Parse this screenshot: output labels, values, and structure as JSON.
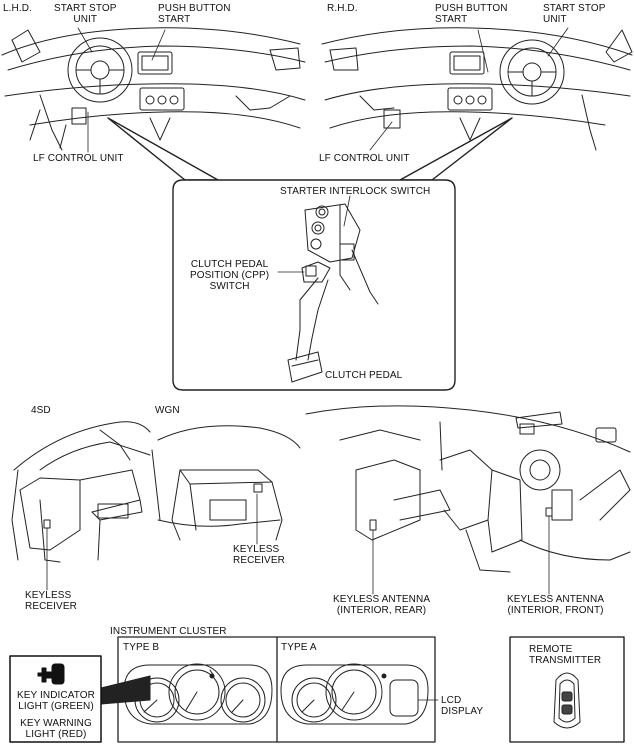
{
  "top": {
    "lhd": "L.H.D.",
    "rhd": "R.H.D.",
    "start_stop_unit_left": "START STOP\nUNIT",
    "push_button_left": "PUSH BUTTON\nSTART",
    "push_button_right": "PUSH BUTTON\nSTART",
    "start_stop_unit_right": "START STOP\nUNIT",
    "lf_control_left": "LF CONTROL UNIT",
    "lf_control_right": "LF CONTROL UNIT"
  },
  "pedal": {
    "starter_interlock": "STARTER INTERLOCK SWITCH",
    "cpp_switch": "CLUTCH PEDAL\nPOSITION (CPP)\nSWITCH",
    "clutch_pedal": "CLUTCH PEDAL"
  },
  "vehicles": {
    "sd4": "4SD",
    "wgn": "WGN",
    "keyless_receiver_left": "KEYLESS\nRECEIVER",
    "keyless_receiver_mid": "KEYLESS\nRECEIVER",
    "antenna_rear": "KEYLESS ANTENNA\n(INTERIOR, REAR)",
    "antenna_front": "KEYLESS ANTENNA\n(INTERIOR, FRONT)"
  },
  "cluster": {
    "title": "INSTRUMENT CLUSTER",
    "type_b": "TYPE B",
    "type_a": "TYPE A",
    "lcd_display": "LCD\nDISPLAY",
    "key_indicator": "KEY INDICATOR\nLIGHT (GREEN)",
    "key_warning": "KEY WARNING\nLIGHT (RED)"
  },
  "remote": {
    "title": "REMOTE\nTRANSMITTER"
  }
}
